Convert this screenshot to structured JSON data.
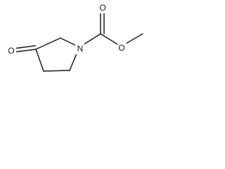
{
  "molecule": {
    "atoms": {
      "ketone_oxygen": "O",
      "ring_nitrogen": "N",
      "carbonyl_oxygen": "O",
      "ester_oxygen": "O"
    },
    "colors": {
      "bond": "#1a1a1a",
      "label": "#1a1a1a",
      "background": "#ffffff"
    }
  }
}
